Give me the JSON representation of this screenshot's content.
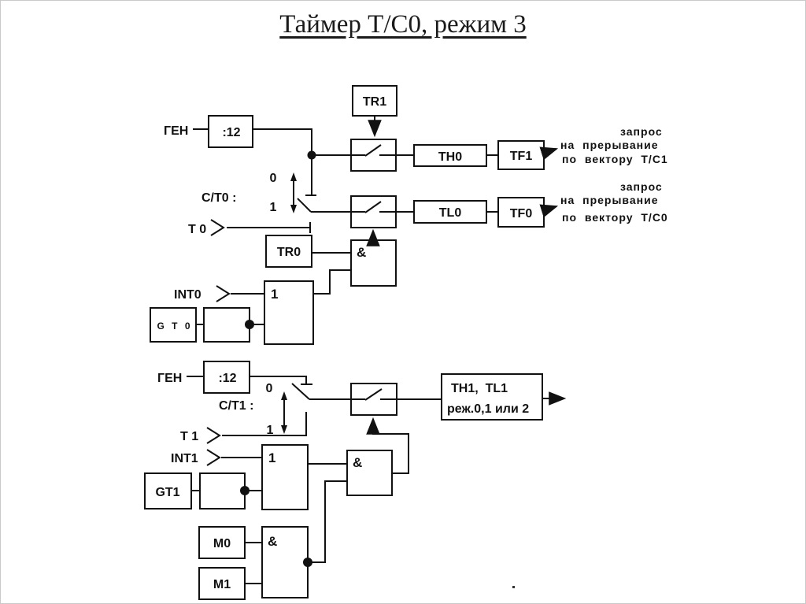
{
  "title": "Таймер Т/С0, режим 3",
  "colors": {
    "ink": "#111111",
    "background": "#ffffff",
    "frame": "#c9c9c9"
  },
  "timer0": {
    "gen": "ГЕН",
    "divider": ":12",
    "tr1": "TR1",
    "th0": "TH0",
    "tf1": "TF1",
    "tl0": "TL0",
    "tf0": "TF0",
    "tr0": "TR0",
    "ct_select": {
      "label": "C/T0 :",
      "pos0": "0",
      "pos1": "1"
    },
    "t0_pin": "T 0",
    "int0_pin": "INT0",
    "gt0": "G T 0",
    "or_gate": "1",
    "and_gate": "&",
    "irq_tc1": {
      "l1": "запрос",
      "l2": "на прерывание",
      "l3": "по вектору Т/С1"
    },
    "irq_tc0": {
      "l1": "запрос",
      "l2": "на прерывание",
      "l3": "по вектору Т/С0"
    }
  },
  "timer1": {
    "gen": "ГЕН",
    "divider": ":12",
    "ct_select": {
      "label": "C/T1 :",
      "pos0": "0",
      "pos1": "1"
    },
    "t1_pin": "T 1",
    "int1_pin": "INT1",
    "gt1": "GT1",
    "or_gate": "1",
    "and_gate": "&",
    "m0": "M0",
    "m1": "M1",
    "and_gate2": "&",
    "reg": {
      "l1": "TH1,  TL1",
      "l2": "реж.0,1 или 2"
    }
  }
}
